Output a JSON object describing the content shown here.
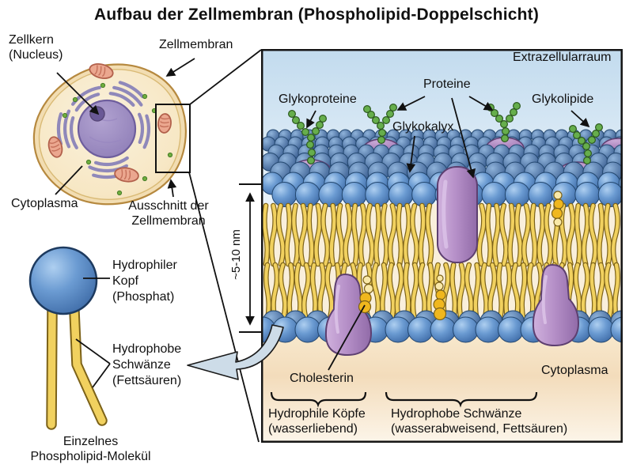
{
  "title": "Aufbau der Zellmembran (Phospholipid-Doppelschicht)",
  "cell_diagram": {
    "nucleus_label": [
      "Zellkern",
      "(Nucleus)"
    ],
    "membrane_label": "Zellmembran",
    "cytoplasm_label": "Cytoplasma",
    "inset_label": [
      "Ausschnitt der",
      "Zellmembran"
    ]
  },
  "molecule_diagram": {
    "head_label": [
      "Hydrophiler",
      "Kopf",
      "(Phosphat)"
    ],
    "tail_label": [
      "Hydrophobe",
      "Schwänze",
      "(Fettsäuren)"
    ],
    "caption": [
      "Einzelnes",
      "Phospholipid-Molekül"
    ]
  },
  "membrane_panel": {
    "extracellular_label": "Extrazellularraum",
    "glycoproteins_label": "Glykoproteine",
    "proteins_label": "Proteine",
    "glycocalyx_label": "Glykokalyx",
    "glycolipids_label": "Glykolipide",
    "cholesterol_label": "Cholesterin",
    "cytoplasm_label": "Cytoplasma",
    "thickness_label": "~5-10 nm",
    "hydrophilic_heads_label": [
      "Hydrophile Köpfe",
      "(wasserliebend)"
    ],
    "hydrophobic_tails_label": [
      "Hydrophobe Schwänze",
      "(wasserabweisend, Fettsäuren)"
    ]
  },
  "colors": {
    "head_blue": "#5d8fc7",
    "head_outline": "#23476f",
    "tail_yellow": "#f1d15f",
    "tail_outline": "#7c6218",
    "protein_purple": "#b690c8",
    "protein_outline": "#5d3f70",
    "glyco_green": "#66ae4c",
    "glyco_outline": "#2d5a1f",
    "cholesterol_yellow": "#f0b71e",
    "cholesterol_pale": "#f9e8a8",
    "extracellular_blue": "#c2dbee",
    "cytoplasm_cream": "#f3dcbb",
    "cell_fill": "#f9efd9",
    "cell_outline": "#b6893f",
    "nucleus_purple": "#8d7cb6",
    "mitochondria_salmon": "#eba78f"
  }
}
